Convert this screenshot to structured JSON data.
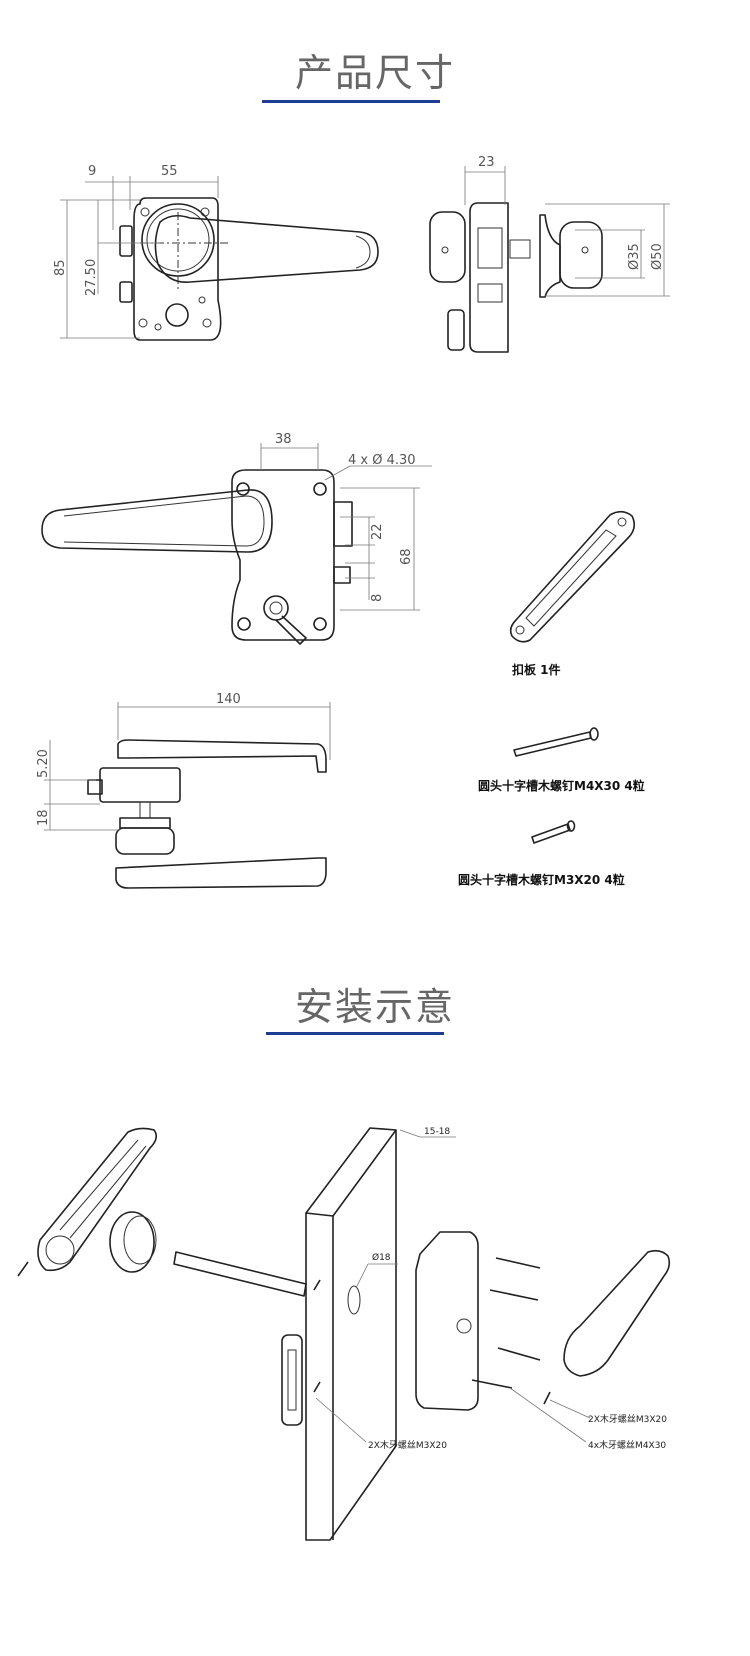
{
  "sections": {
    "dimensions_title": "产品尺寸",
    "install_title": "安装示意"
  },
  "front_view": {
    "dim_9": "9",
    "dim_55": "55",
    "dim_85": "85",
    "dim_27_50": "27.50"
  },
  "side_view": {
    "dim_23": "23",
    "dim_d35": "Ø35",
    "dim_d50": "Ø50"
  },
  "back_view": {
    "dim_38": "38",
    "hole_note": "4 x Ø 4.30",
    "dim_22": "22",
    "dim_68": "68",
    "dim_8": "8"
  },
  "top_view": {
    "dim_140": "140",
    "dim_5_20": "5.20",
    "dim_18": "18"
  },
  "accessories": [
    {
      "label": "扣板   1件"
    },
    {
      "label": "圆头十字槽木螺钉M4X30   4粒"
    },
    {
      "label": "圆头十字槽木螺钉M3X20  4粒"
    }
  ],
  "install": {
    "door_thickness": "15-18",
    "hole_diameter": "Ø18",
    "screw_note_left": "2X木牙螺丝M3X20",
    "screw_note_right_1": "2X木牙螺丝M3X20",
    "screw_note_right_2": "4x木牙螺丝M4X30"
  },
  "colors": {
    "accent": "#1c3f94",
    "title": "#666666"
  }
}
